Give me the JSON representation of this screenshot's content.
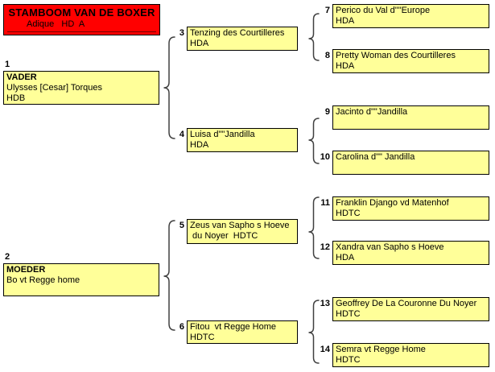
{
  "title": {
    "heading": "STAMBOOM VAN DE BOXER",
    "subject": "Adique   HD  A"
  },
  "colors": {
    "page_bg": "#ffffff",
    "title_bg": "#ff0000",
    "node_bg": "#ffff99",
    "node_border": "#000000",
    "brace": "#404040"
  },
  "nodes": [
    {
      "num": "1",
      "role": "VADER",
      "name": "Ulysses [Cesar] Torques",
      "hd": "HDB"
    },
    {
      "num": "2",
      "role": "MOEDER",
      "name": "Bo vt Regge home",
      "hd": ""
    },
    {
      "num": "3",
      "name": "Tenzing des Courtilleres",
      "hd": "HDA"
    },
    {
      "num": "4",
      "name": "Luisa d\"\"Jandilla",
      "hd": "HDA"
    },
    {
      "num": "5",
      "name": "Zeus van Sapho s Hoeve",
      "hd": " du Noyer  HDTC"
    },
    {
      "num": "6",
      "name": "Fitou  vt Regge Home",
      "hd": "HDTC"
    },
    {
      "num": "7",
      "name": "Perico du Val d\"\"Europe",
      "hd": "HDA"
    },
    {
      "num": "8",
      "name": "Pretty Woman des Courtilleres",
      "hd": "HDA"
    },
    {
      "num": "9",
      "name": "Jacinto d\"\"Jandilla",
      "hd": ""
    },
    {
      "num": "10",
      "name": "Carolina d\"\" Jandilla",
      "hd": ""
    },
    {
      "num": "11",
      "name": "Franklin Django vd Matenhof",
      "hd": "HDTC"
    },
    {
      "num": "12",
      "name": "Xandra van Sapho s Hoeve",
      "hd": "HDA"
    },
    {
      "num": "13",
      "name": "Geoffrey De La Couronne Du Noyer",
      "hd": "HDTC"
    },
    {
      "num": "14",
      "name": "Semra vt Regge Home",
      "hd": "HDTC"
    }
  ],
  "relations": [
    {
      "parent": 1,
      "children": [
        3,
        4
      ]
    },
    {
      "parent": 2,
      "children": [
        5,
        6
      ]
    },
    {
      "parent": 3,
      "children": [
        7,
        8
      ]
    },
    {
      "parent": 4,
      "children": [
        9,
        10
      ]
    },
    {
      "parent": 5,
      "children": [
        11,
        12
      ]
    },
    {
      "parent": 6,
      "children": [
        13,
        14
      ]
    }
  ]
}
